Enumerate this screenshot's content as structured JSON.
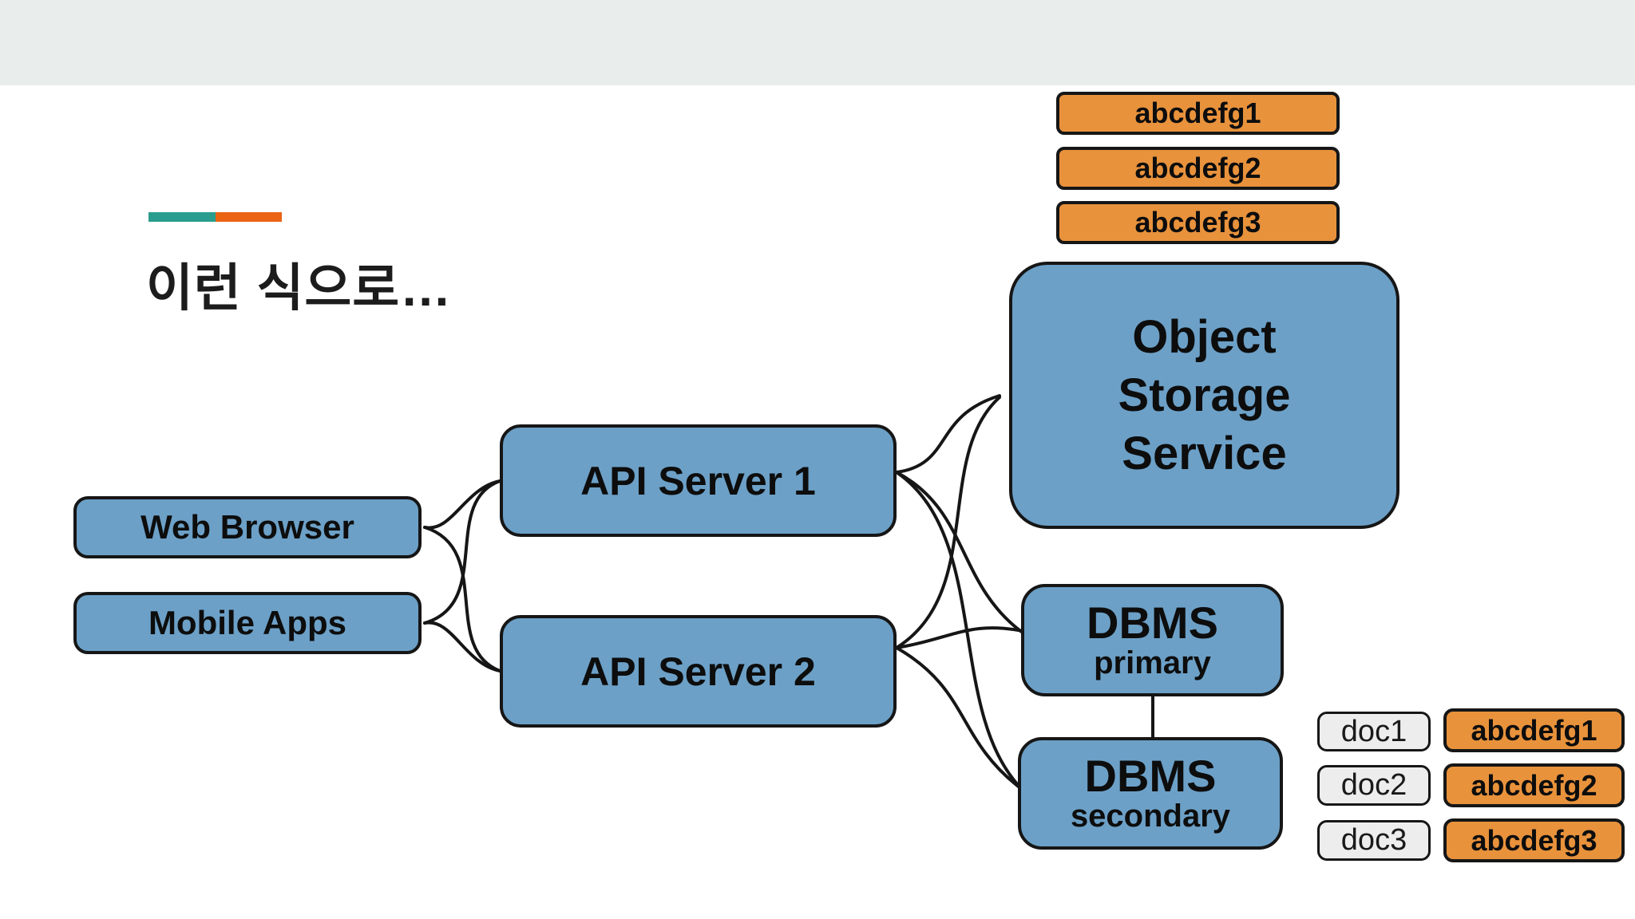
{
  "slide": {
    "title": "이런 식으로…",
    "colors": {
      "node_blue": "#6ca0c7",
      "tag_orange": "#e8923c",
      "doc_gray": "#ecedec",
      "divider_teal": "#2a9d8f",
      "divider_orange": "#eb6414",
      "top_band_gray": "#e9edeb",
      "line_black": "#161616"
    }
  },
  "nodes": {
    "web_browser": {
      "label": "Web Browser"
    },
    "mobile_apps": {
      "label": "Mobile Apps"
    },
    "api_server_1": {
      "label": "API Server 1"
    },
    "api_server_2": {
      "label": "API Server 2"
    },
    "object_storage": {
      "label": "Object Storage Service"
    },
    "dbms_primary": {
      "title": "DBMS",
      "subtitle": "primary"
    },
    "dbms_secondary": {
      "title": "DBMS",
      "subtitle": "secondary"
    }
  },
  "object_tags": [
    {
      "label": "abcdefg1"
    },
    {
      "label": "abcdefg2"
    },
    {
      "label": "abcdefg3"
    }
  ],
  "doc_pairs": [
    {
      "doc": "doc1",
      "val": "abcdefg1"
    },
    {
      "doc": "doc2",
      "val": "abcdefg2"
    },
    {
      "doc": "doc3",
      "val": "abcdefg3"
    }
  ],
  "edges": [
    {
      "from": "web_browser",
      "to": "api_server_1"
    },
    {
      "from": "web_browser",
      "to": "api_server_2"
    },
    {
      "from": "mobile_apps",
      "to": "api_server_1"
    },
    {
      "from": "mobile_apps",
      "to": "api_server_2"
    },
    {
      "from": "api_server_1",
      "to": "object_storage"
    },
    {
      "from": "api_server_1",
      "to": "dbms_primary"
    },
    {
      "from": "api_server_1",
      "to": "dbms_secondary"
    },
    {
      "from": "api_server_2",
      "to": "object_storage"
    },
    {
      "from": "api_server_2",
      "to": "dbms_primary"
    },
    {
      "from": "api_server_2",
      "to": "dbms_secondary"
    },
    {
      "from": "dbms_primary",
      "to": "dbms_secondary"
    }
  ]
}
